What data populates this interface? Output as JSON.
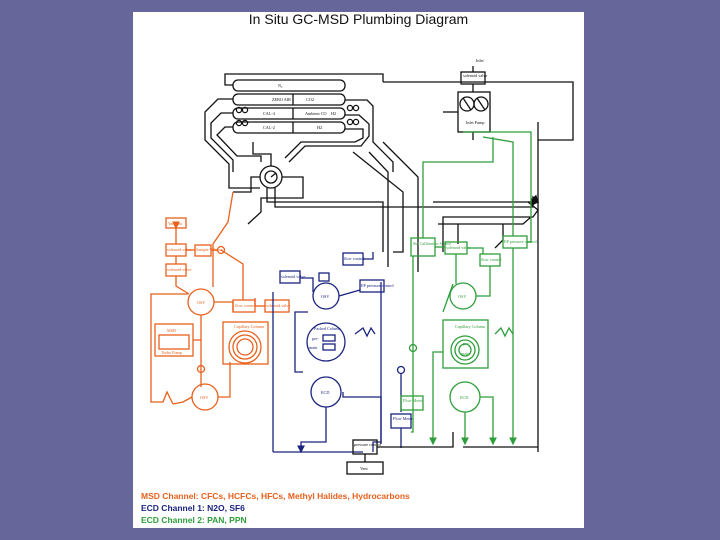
{
  "title": "In Situ GC-MSD Plumbing Diagram",
  "colors": {
    "background": "#66669a",
    "msd": "#e8601c",
    "ecd1": "#1a237e",
    "ecd2": "#2e9e3a",
    "gas": "#111111"
  },
  "labels": {
    "inlet": "Inlet",
    "solenoid_top": "solenoid valve",
    "pump_top": "Inlet Pump",
    "cylinders": [
      "N₂",
      "ZERO AIR",
      "CO2",
      "CAL-4",
      "Ambient CO",
      "H2",
      "CAL-2",
      "H2"
    ],
    "msd_vacuum": "Vacuum",
    "msd_solenoid1": "solenoid valve",
    "msd_sample_volume": "Sample Volume",
    "msd_solenoid2": "solenoid valve",
    "msd_osv1": "OSV",
    "msd_flow_control": "flow control",
    "msd_solenoid3": "solenoid valve",
    "msd_capillary": "Capillary Column",
    "msd_unit": "MSD",
    "msd_turbo": "Turbo Pump",
    "msd_osv2": "OSV",
    "ecd1_solenoid": "solenoid valve",
    "ecd1_flow_control": "flow control",
    "ecd1_osv": "OSV",
    "ecd1_pressure": "EP pressure control",
    "ecd1_packed": "Packed Column",
    "ecd1_pre": "pre-",
    "ecd1_main": "main",
    "ecd1_ecd": "ECD",
    "flow_meter1": "Flow Meter",
    "flow_meter2": "Flow Meter",
    "pressure_control": "pressure control",
    "vent": "Vent",
    "ecd2_calibration": "Std Calibration Source",
    "ecd2_solenoid": "solenoid valve",
    "ecd2_pressure": "EP pressure control",
    "ecd2_flow_control": "flow control",
    "ecd2_osv": "OSV",
    "ecd2_capillary": "Capillary Column",
    "ecd2_pre": "pre-",
    "ecd2_main": "main",
    "ecd2_ecd": "ECD"
  },
  "legend": [
    {
      "text": "MSD Channel: CFCs, HCFCs, HFCs, Methyl Halides, Hydrocarbons",
      "color": "#e8601c"
    },
    {
      "text": "ECD Channel 1: N2O, SF6",
      "color": "#1a237e"
    },
    {
      "text": "ECD Channel 2: PAN, PPN",
      "color": "#2e9e3a"
    }
  ]
}
